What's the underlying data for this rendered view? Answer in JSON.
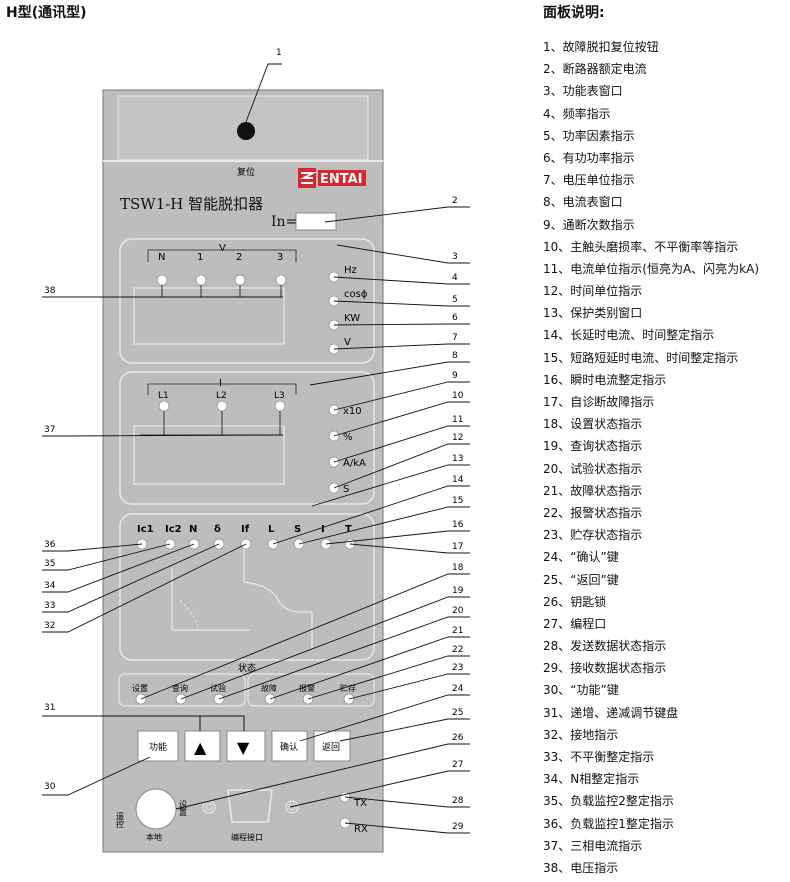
{
  "page_title": "H型(通讯型)",
  "legend_title": "面板说明:",
  "legend": [
    "1、故障脱扣复位按钮",
    "2、断路器额定电流",
    "3、功能表窗口",
    "4、频率指示",
    "5、功率因素指示",
    "6、有功功率指示",
    "7、电压单位指示",
    "8、电流表窗口",
    "9、通断次数指示",
    "10、主触头磨损率、不平衡率等指示",
    "11、电流单位指示(恒亮为A、闪亮为kA)",
    "12、时间单位指示",
    "13、保护类别窗口",
    "14、长延时电流、时间整定指示",
    "15、短路短延时电流、时间整定指示",
    "16、瞬时电流整定指示",
    "17、自诊断故障指示",
    "18、设置状态指示",
    "19、查询状态指示",
    "20、试验状态指示",
    "21、故障状态指示",
    "22、报警状态指示",
    "23、贮存状态指示",
    "24、“确认”键",
    "25、“返回”键",
    "26、钥匙锁",
    "27、编程口",
    "28、发送数据状态指示",
    "29、接收数据状态指示",
    "30、“功能”键",
    "31、递增、递减调节键盘",
    "32、接地指示",
    "33、不平衡整定指示",
    "34、N相整定指示",
    "35、负载监控2整定指示",
    "36、负载监控1整定指示",
    "37、三相电流指示",
    "38、电压指示"
  ],
  "panel": {
    "reset_label": "复位",
    "brand": "ENTAI",
    "model": "TSW1-H 智能脱扣器",
    "in_label": "In=",
    "voltage": {
      "group_label": "V",
      "phases": [
        "N",
        "1",
        "2",
        "3"
      ],
      "units": [
        "Hz",
        "cosϕ",
        "KW",
        "V"
      ]
    },
    "current": {
      "group_label": "I",
      "phases": [
        "L1",
        "L2",
        "L3"
      ],
      "units": [
        "x10",
        "%",
        "A/kA",
        "S"
      ]
    },
    "protection": [
      "Ic1",
      "Ic2",
      "N",
      "δ",
      "If",
      "L",
      "S",
      "I",
      "T"
    ],
    "status_label": "状态",
    "status": [
      "设置",
      "查询",
      "试验",
      "故障",
      "报警",
      "贮存"
    ],
    "keys": {
      "function": "功能",
      "up": "▲",
      "down": "▼",
      "confirm": "确认",
      "back": "返回"
    },
    "lock_labels": {
      "remote": "遥控",
      "local": "本地",
      "setup": "设置"
    },
    "program_port": "编程接口",
    "tx": "TX",
    "rx": "RX"
  },
  "callouts": [
    "1",
    "2",
    "3",
    "4",
    "5",
    "6",
    "7",
    "8",
    "9",
    "10",
    "11",
    "12",
    "13",
    "14",
    "15",
    "16",
    "17",
    "18",
    "19",
    "20",
    "21",
    "22",
    "23",
    "24",
    "25",
    "26",
    "27",
    "28",
    "29",
    "30",
    "31",
    "32",
    "33",
    "34",
    "35",
    "36",
    "37",
    "38"
  ]
}
